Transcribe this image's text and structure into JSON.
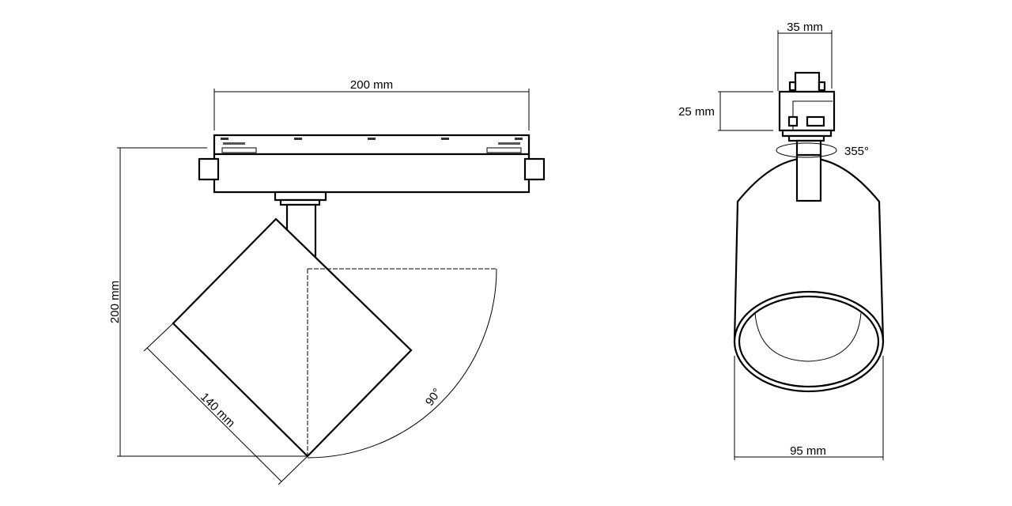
{
  "side_view": {
    "track_width_label": "200 mm",
    "height_label": "200 mm",
    "head_length_label": "140 mm",
    "tilt_angle_label": "90°"
  },
  "front_view": {
    "adapter_width_label": "35 mm",
    "adapter_height_label": "25 mm",
    "rotation_label": "355°",
    "diameter_label": "95 mm"
  }
}
